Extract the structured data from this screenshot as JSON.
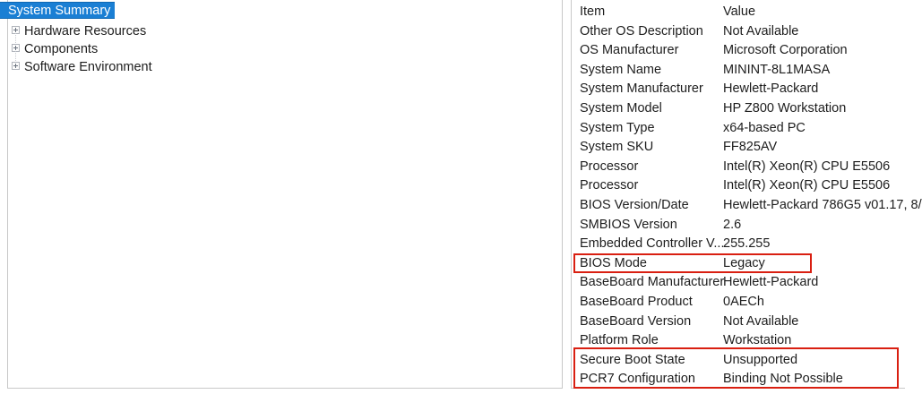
{
  "tree": {
    "selected": "System Summary",
    "root_label": "System Summary",
    "items": [
      {
        "label": "Hardware Resources",
        "expander": "plus-box-icon"
      },
      {
        "label": "Components",
        "expander": "plus-box-icon"
      },
      {
        "label": "Software Environment",
        "expander": "plus-box-icon"
      }
    ]
  },
  "detail": {
    "columns": {
      "item": "Item",
      "value": "Value"
    },
    "rows": [
      {
        "item": "Other OS Description",
        "value": "Not Available"
      },
      {
        "item": "OS Manufacturer",
        "value": "Microsoft Corporation"
      },
      {
        "item": "System Name",
        "value": "MININT-8L1MASA"
      },
      {
        "item": "System Manufacturer",
        "value": "Hewlett-Packard"
      },
      {
        "item": "System Model",
        "value": "HP Z800 Workstation"
      },
      {
        "item": "System Type",
        "value": "x64-based PC"
      },
      {
        "item": "System SKU",
        "value": "FF825AV"
      },
      {
        "item": "Processor",
        "value": "Intel(R) Xeon(R) CPU          E5506"
      },
      {
        "item": "Processor",
        "value": "Intel(R) Xeon(R) CPU          E5506"
      },
      {
        "item": "BIOS Version/Date",
        "value": "Hewlett-Packard 786G5 v01.17, 8/"
      },
      {
        "item": "SMBIOS Version",
        "value": "2.6"
      },
      {
        "item": "Embedded Controller V...",
        "value": "255.255"
      },
      {
        "item": "BIOS Mode",
        "value": "Legacy"
      },
      {
        "item": "BaseBoard Manufacturer",
        "value": "Hewlett-Packard"
      },
      {
        "item": "BaseBoard Product",
        "value": "0AECh"
      },
      {
        "item": "BaseBoard Version",
        "value": "Not Available"
      },
      {
        "item": "Platform Role",
        "value": "Workstation"
      },
      {
        "item": "Secure Boot State",
        "value": "Unsupported"
      },
      {
        "item": "PCR7 Configuration",
        "value": "Binding Not Possible"
      }
    ]
  },
  "annotations": {
    "highlight_color": "#d91f11",
    "boxes": [
      {
        "name": "bios-mode-highlight",
        "rows": [
          "BIOS Mode"
        ]
      },
      {
        "name": "secure-boot-pcr7-highlight",
        "rows": [
          "Secure Boot State",
          "PCR7 Configuration"
        ]
      }
    ]
  },
  "colors": {
    "selection_blue": "#1a7fd4",
    "selection_text": "#ffffff",
    "text": "#1d1d1d",
    "border": "#c8c8c8",
    "annotation_red": "#d91f11"
  }
}
